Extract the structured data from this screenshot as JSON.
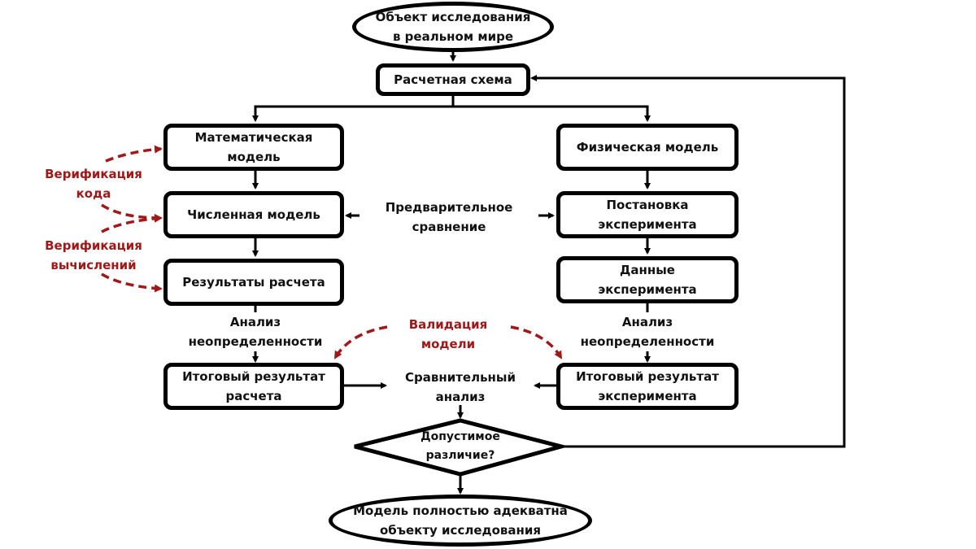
{
  "colors": {
    "stroke": "#000000",
    "annotation": "#a01818",
    "background": "#ffffff"
  },
  "nodes": {
    "start": [
      "Объект исследования",
      "в реальном  мире"
    ],
    "calc_scheme": [
      "Расчетная  схема"
    ],
    "math_model": [
      "Математическая",
      "модель"
    ],
    "numeric_model": [
      "Численная  модель"
    ],
    "calc_results": [
      "Результаты  расчета"
    ],
    "final_calc": [
      "Итоговый  результат",
      "расчета"
    ],
    "physical_model": [
      "Физическая  модель"
    ],
    "experiment_setup": [
      "Постановка",
      "эксперимента"
    ],
    "experiment_data": [
      "Данные",
      "эксперимента"
    ],
    "final_experiment": [
      "Итоговый  результат",
      "эксперимента"
    ],
    "decision": [
      "Допустимое",
      "различие?"
    ],
    "end": [
      "Модель полностью адекватна",
      "объекту исследования"
    ]
  },
  "labels": {
    "prelim_compare": [
      "Предварительное",
      "сравнение"
    ],
    "uncertainty_left": [
      "Анализ",
      "неопределенности"
    ],
    "uncertainty_right": [
      "Анализ",
      "неопределенности"
    ],
    "comparative": [
      "Сравнительный",
      "анализ"
    ]
  },
  "annotations": {
    "code_verification": [
      "Верификация",
      "кода"
    ],
    "calc_verification": [
      "Верификация",
      "вычислений"
    ],
    "model_validation": [
      "Валидация",
      "модели"
    ]
  }
}
